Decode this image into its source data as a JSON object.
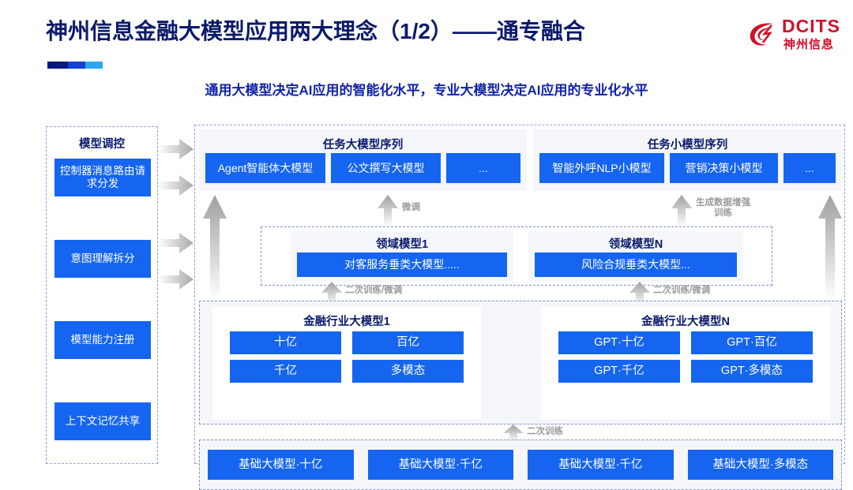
{
  "header": {
    "title": "神州信息金融大模型应用两大理念（1/2）——通专融合",
    "subtitle": "通用大模型决定AI应用的智能化水平，专业大模型决定AI应用的专业化水平",
    "logo_text": "DCITS",
    "logo_sub": "神州信息",
    "accent_colors": [
      "#0b1780",
      "#1340d8",
      "#2aa8ef"
    ],
    "title_color": "#0a1a6b",
    "subtitle_color": "#1023a8",
    "logo_color": "#d0112b"
  },
  "left_column": {
    "heading": "模型调控",
    "items": [
      "控制器消息路由请求分发",
      "意图理解拆分",
      "模型能力注册",
      "上下文记忆共享"
    ]
  },
  "sequences": [
    {
      "title": "任务大模型序列",
      "items": [
        "Agent智能体大模型",
        "公文撰写大模型",
        "..."
      ]
    },
    {
      "title": "任务小模型序列",
      "items": [
        "智能外呼NLP小模型",
        "营销决策小模型",
        "..."
      ]
    }
  ],
  "domain_models": [
    {
      "title": "领域模型1",
      "item": "对客服务垂类大模型....."
    },
    {
      "title": "领域模型N",
      "item": "风险合规垂类大模型..."
    }
  ],
  "industry_models": [
    {
      "title": "金融行业大模型1",
      "items": [
        "十亿",
        "百亿",
        "千亿",
        "多模态"
      ]
    },
    {
      "title": "金融行业大模型N",
      "items": [
        "GPT·十亿",
        "GPT·百亿",
        "GPT·千亿",
        "GPT·多模态"
      ]
    }
  ],
  "base_models": [
    "基础大模型·十亿",
    "基础大模型·千亿",
    "基础大模型·千亿",
    "基础大模型·多模态"
  ],
  "arrow_labels": {
    "fine_tune": "微调",
    "data_augment": "生成数据增强\n训练",
    "retrain_finetune_left": "二次训练/微调",
    "retrain_finetune_right": "二次训练/微调",
    "retrain": "二次训练"
  },
  "colors": {
    "blue_box": "#1565f0",
    "panel_bg": "#f4f6fa",
    "dashed_border": "#7f92cf",
    "arrow_gray": "#b4b4b4"
  }
}
